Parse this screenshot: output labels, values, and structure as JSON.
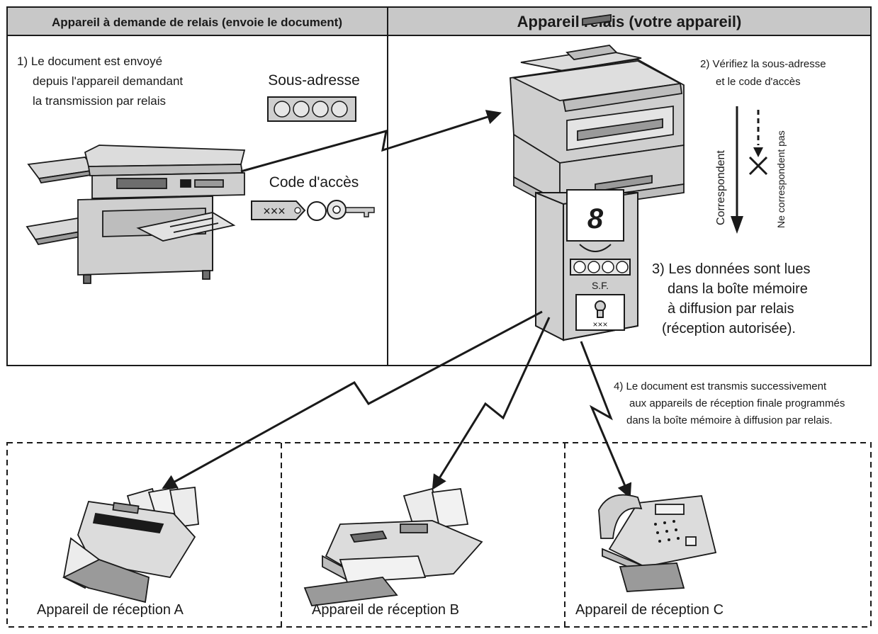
{
  "header": {
    "left_title": "Appareil à demande de relais (envoie le document)",
    "right_title": "Appareil relais (votre appareil)"
  },
  "step1": {
    "lines": [
      "1) Le document est envoyé",
      "depuis l'appareil demandant",
      "la transmission par relais"
    ]
  },
  "sub_address_label": "Sous-adresse",
  "access_code_label": "Code d'accès",
  "access_code_tag": "×××",
  "step2": {
    "lines": [
      "2) Vérifiez la sous-adresse",
      "et le code d'accès"
    ]
  },
  "match_label": "Correspondent",
  "nomatch_label": "Ne correspondent pas",
  "mailbox": {
    "doc_symbol": "8",
    "sf_label": "S.F.",
    "code_label": "×××"
  },
  "step3": {
    "lines": [
      "3) Les données sont lues",
      "dans la boîte mémoire",
      "à diffusion par relais",
      "(réception autorisée)."
    ]
  },
  "step4": {
    "lines": [
      "4) Le document est transmis successivement",
      "aux appareils de réception finale programmés",
      "dans la boîte mémoire à diffusion par relais."
    ]
  },
  "receivers": [
    {
      "label": "Appareil de réception A"
    },
    {
      "label": "Appareil de réception B"
    },
    {
      "label": "Appareil de réception C"
    }
  ],
  "colors": {
    "header_bg": "#c8c8c8",
    "device_body": "#cfcfcf",
    "device_dark": "#6e6e6e",
    "paper": "#9a9a9a",
    "line": "#1a1a1a"
  }
}
